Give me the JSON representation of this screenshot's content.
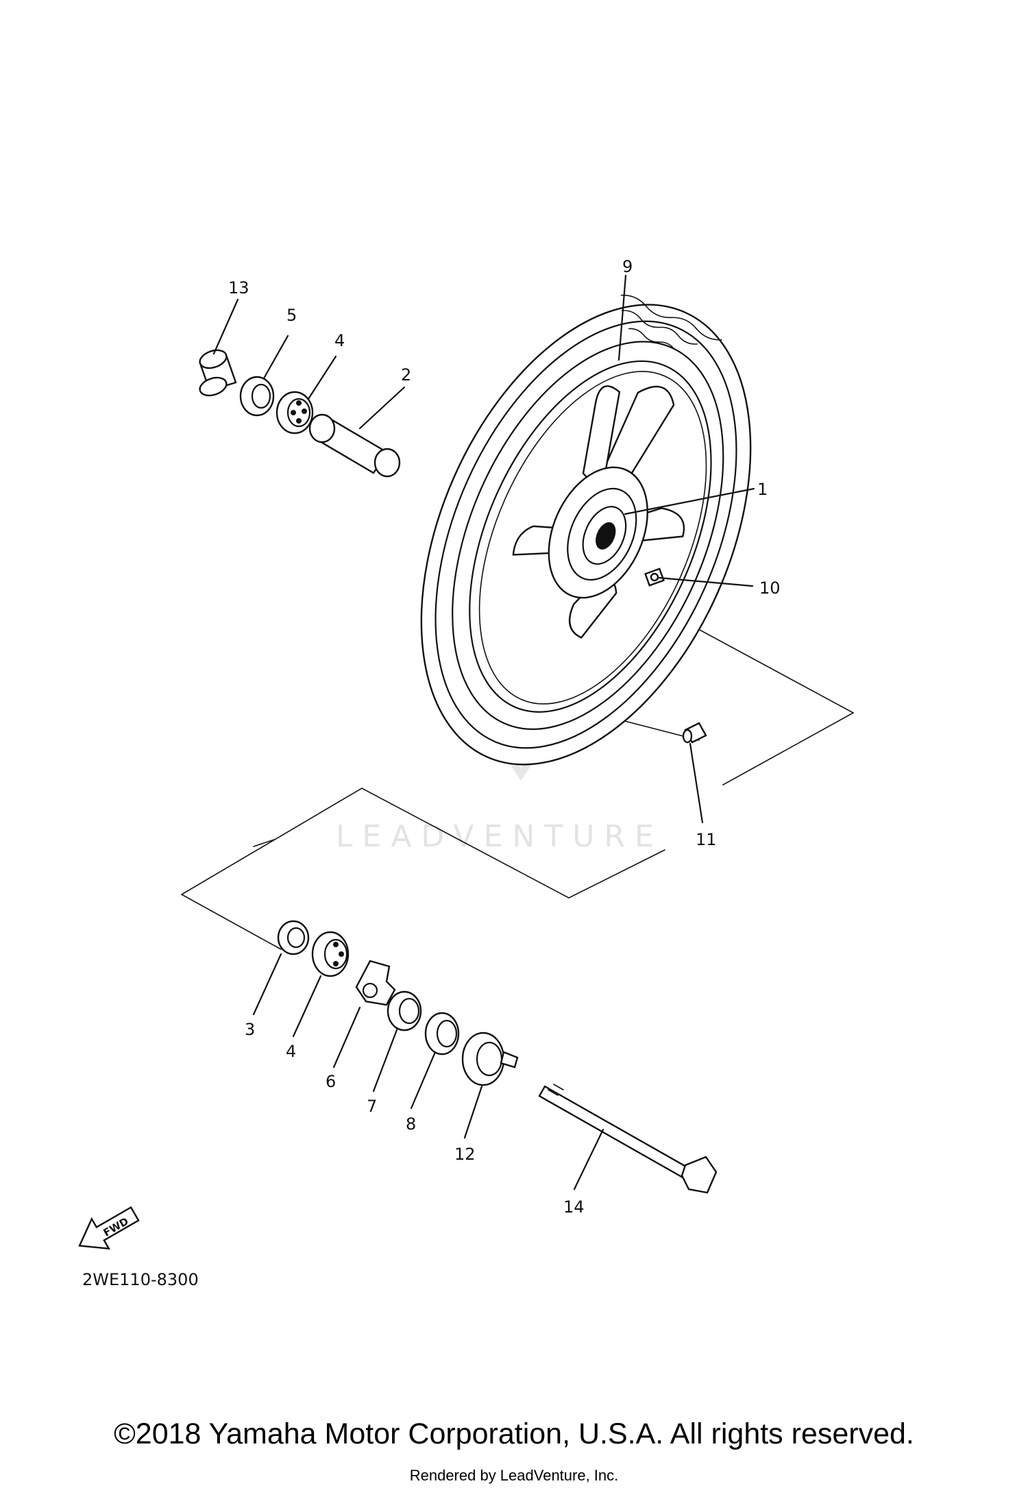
{
  "diagram": {
    "code": "2WE110-8300",
    "fwd_label": "FWD",
    "watermark": "LEADVENTURE",
    "callouts": [
      {
        "id": "c13",
        "text": "13"
      },
      {
        "id": "c5",
        "text": "5"
      },
      {
        "id": "c4a",
        "text": "4"
      },
      {
        "id": "c2",
        "text": "2"
      },
      {
        "id": "c9",
        "text": "9"
      },
      {
        "id": "c1",
        "text": "1"
      },
      {
        "id": "c10",
        "text": "10"
      },
      {
        "id": "c11",
        "text": "11"
      },
      {
        "id": "c3",
        "text": "3"
      },
      {
        "id": "c4b",
        "text": "4"
      },
      {
        "id": "c6",
        "text": "6"
      },
      {
        "id": "c7",
        "text": "7"
      },
      {
        "id": "c8",
        "text": "8"
      },
      {
        "id": "c12",
        "text": "12"
      },
      {
        "id": "c14",
        "text": "14"
      }
    ]
  },
  "footer": {
    "copyright": "©2018 Yamaha Motor Corporation, U.S.A. All rights reserved.",
    "rendered_by": "Rendered by LeadVenture, Inc."
  }
}
